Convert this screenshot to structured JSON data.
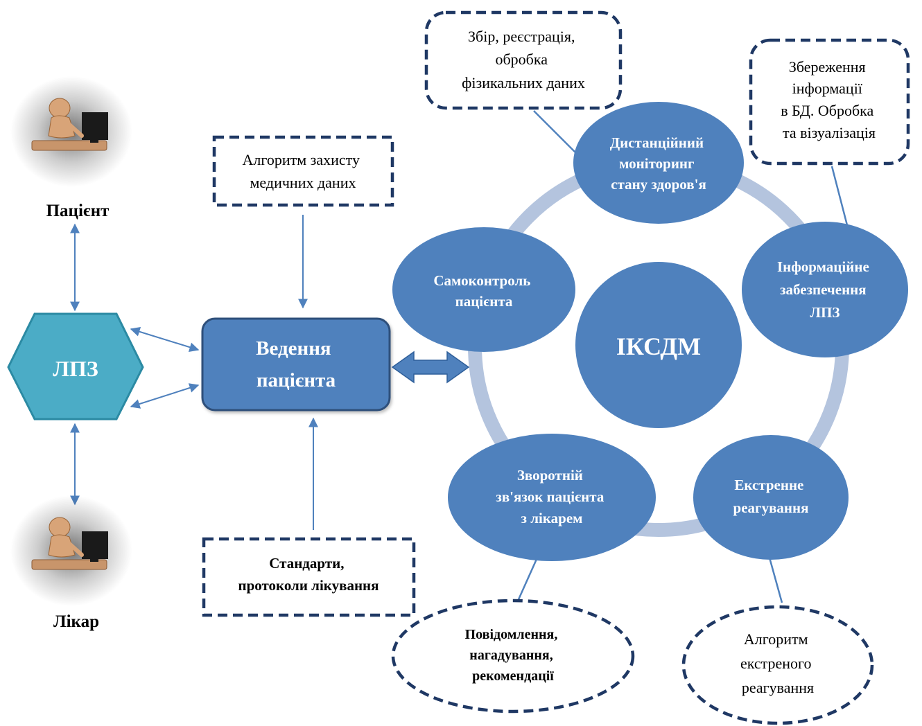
{
  "nodes": {
    "patient_label": "Пацієнт",
    "doctor_label": "Лікар",
    "lpz_label": "ЛПЗ",
    "patient_management": [
      "Ведення",
      "пацієнта"
    ],
    "protection_algorithm": [
      "Алгоритм захисту",
      "медичних даних"
    ],
    "standards": [
      "Стандарти,",
      "протоколи лікування"
    ],
    "center": "ІКСДМ"
  },
  "cycle": {
    "remote_monitoring": [
      "Дистанційний",
      "моніторинг",
      "стану здоров'я"
    ],
    "info_support": [
      "Інформаційне",
      "забезпечення",
      "ЛПЗ"
    ],
    "emergency": [
      "Екстренне",
      "реагування"
    ],
    "feedback": [
      "Зворотній",
      "зв'язок пацієнта",
      "з лікарем"
    ],
    "self_control": [
      "Самоконтроль",
      "пацієнта"
    ]
  },
  "callouts": {
    "data_collection": [
      "Збір, реєстрація,",
      "обробка",
      "фізикальних даних"
    ],
    "data_storage": [
      "Збереження",
      "інформації",
      "в БД. Обробка",
      "та візуалізація"
    ],
    "notifications": [
      "Повідомлення,",
      "нагадування,",
      "рекомендації"
    ],
    "emergency_algorithm": [
      "Алгоритм",
      "екстреного",
      "реагування"
    ]
  },
  "colors": {
    "node_blue": "#4f81bd",
    "ring": "#b4c4de",
    "hexagon": "#4bacc6",
    "dash_border": "#1f3864",
    "connector": "#4f81bd"
  }
}
